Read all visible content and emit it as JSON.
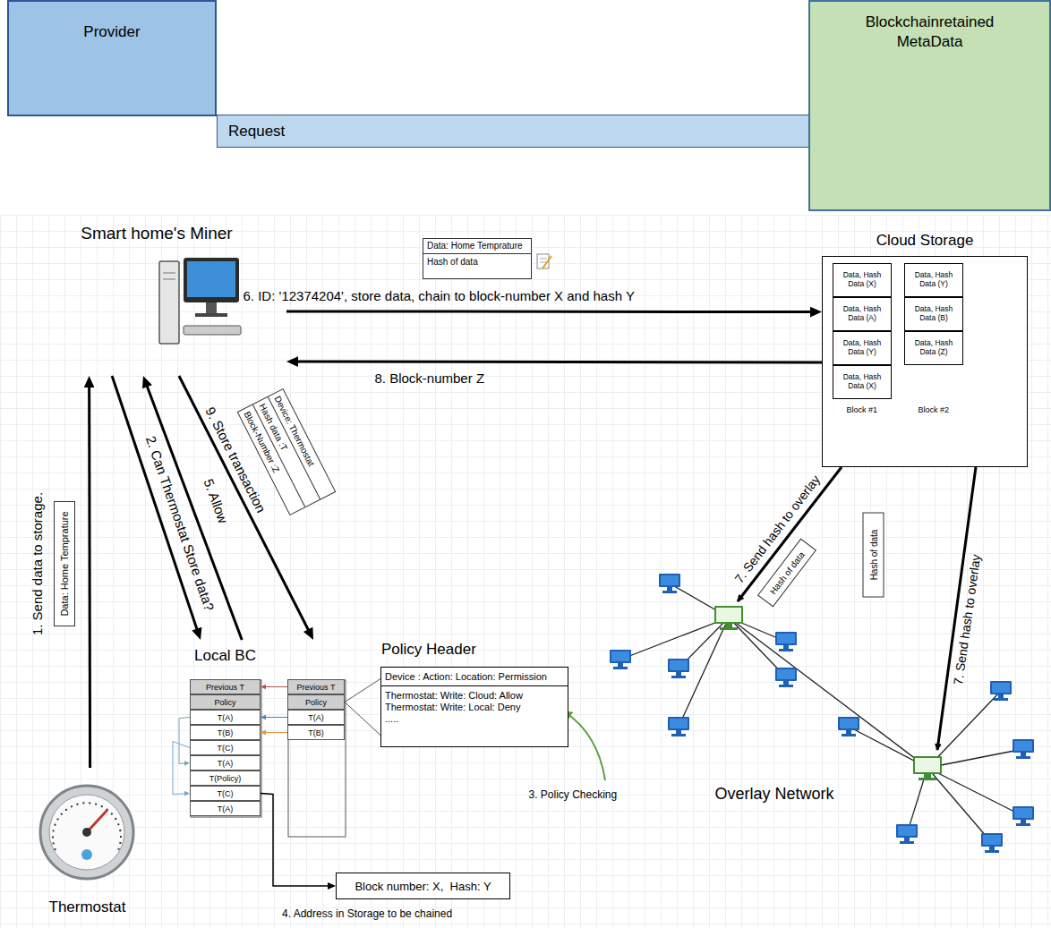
{
  "diagram": {
    "nodes": [
      {
        "text": [
          "Provider"
        ]
      },
      {
        "text": [
          "Request"
        ]
      },
      {
        "text": [
          "Blockchainretained MetaData"
        ]
      },
      {
        "text": [
          "Smart home's Miner"
        ]
      },
      {
        "text": [
          "Data: Home Temprature",
          "Hash of data"
        ]
      },
      {
        "text": [
          "Cloud Storage"
        ]
      },
      {
        "text": [
          "Data, Hash Data (X)"
        ],
        "in": 5
      },
      {
        "text": [
          "Data, Hash Data (A)"
        ],
        "in": 5
      },
      {
        "text": [
          "Data, Hash Data (Y)"
        ],
        "in": 5
      },
      {
        "text": [
          "Data, Hash Data (X)"
        ],
        "in": 5
      },
      {
        "text": [
          "Data, Hash Data (Y)"
        ],
        "in": 5
      },
      {
        "text": [
          "Data, Hash Data (B)"
        ],
        "in": 5
      },
      {
        "text": [
          "Data, Hash Data (Z)"
        ],
        "in": 5
      },
      {
        "text": [
          "Data: Home Temprature"
        ]
      },
      {
        "text": [
          "Device: Thermostat",
          "Hash data :T",
          "Block-Number :Z"
        ]
      },
      {
        "text": [
          "Hash of data"
        ]
      },
      {
        "text": [
          "Hash of data"
        ]
      },
      {
        "text": [
          "Local BC"
        ]
      },
      {
        "text": [
          "Previous T"
        ],
        "in": 17
      },
      {
        "text": [
          "Policy"
        ],
        "in": 17
      },
      {
        "text": [
          "T(A)"
        ],
        "in": 17
      },
      {
        "text": [
          "T(B)"
        ],
        "in": 17
      },
      {
        "text": [
          "T(C)"
        ],
        "in": 17
      },
      {
        "text": [
          "T(A)"
        ],
        "in": 17
      },
      {
        "text": [
          "T(Policy)"
        ],
        "in": 17
      },
      {
        "text": [
          "T(C)"
        ],
        "in": 17
      },
      {
        "text": [
          "T(A)"
        ],
        "in": 17
      },
      {
        "text": [
          "Previous T"
        ],
        "in": 17
      },
      {
        "text": [
          "Policy"
        ],
        "in": 17
      },
      {
        "text": [
          "T(A)"
        ],
        "in": 17
      },
      {
        "text": [
          "T(B)"
        ],
        "in": 17
      },
      {
        "text": [
          "Policy Header",
          "Device : Action: Location: Permission",
          "Thermostat: Write: Cloud: Allow",
          "Thermostat: Write: Local: Deny",
          "....."
        ]
      },
      {
        "text": [
          "Block number: X,  Hash: Y"
        ]
      },
      {
        "text": [
          "Thermostat"
        ]
      }
    ],
    "edges": [
      {
        "from": 33,
        "to": 3,
        "label": "1. Send data to storage.",
        "arrow": "to"
      },
      {
        "from": 3,
        "to": 17,
        "label": "2. Can Thermostat Store data?",
        "arrow": "to"
      },
      {
        "from": 17,
        "to": 3,
        "label": "5. Allow",
        "arrow": "to"
      },
      {
        "from": 3,
        "to": 17,
        "label": "9. Store transaction",
        "arrow": "to"
      },
      {
        "from": 3,
        "to": 5,
        "label": "6. ID: '12374204', store data, chain to block-number X and hash Y",
        "arrow": "to"
      },
      {
        "from": 5,
        "to": 3,
        "label": "8. Block-number Z",
        "arrow": "to"
      },
      {
        "from": 28,
        "to": 31,
        "arrow": "none"
      },
      {
        "from": 25,
        "to": 32,
        "arrow": "to"
      },
      {
        "from": 9,
        "to": 6,
        "arrow": "to"
      },
      {
        "from": 10,
        "to": 8,
        "arrow": "to"
      },
      {
        "from": 27,
        "to": 18,
        "arrow": "to"
      },
      {
        "from": 29,
        "to": 20,
        "arrow": "to"
      },
      {
        "from": 30,
        "to": 21,
        "arrow": "to"
      },
      {
        "from": 20,
        "to": 23,
        "arrow": "to"
      },
      {
        "from": 22,
        "to": 25,
        "arrow": "to"
      }
    ],
    "labels": [
      "Block #1",
      "Block #2",
      "3. Policy Checking",
      "4. Address in Storage to be chained",
      "7. Send hash to overlay",
      "7. Send hash to overlay",
      "Overlay Network"
    ]
  }
}
